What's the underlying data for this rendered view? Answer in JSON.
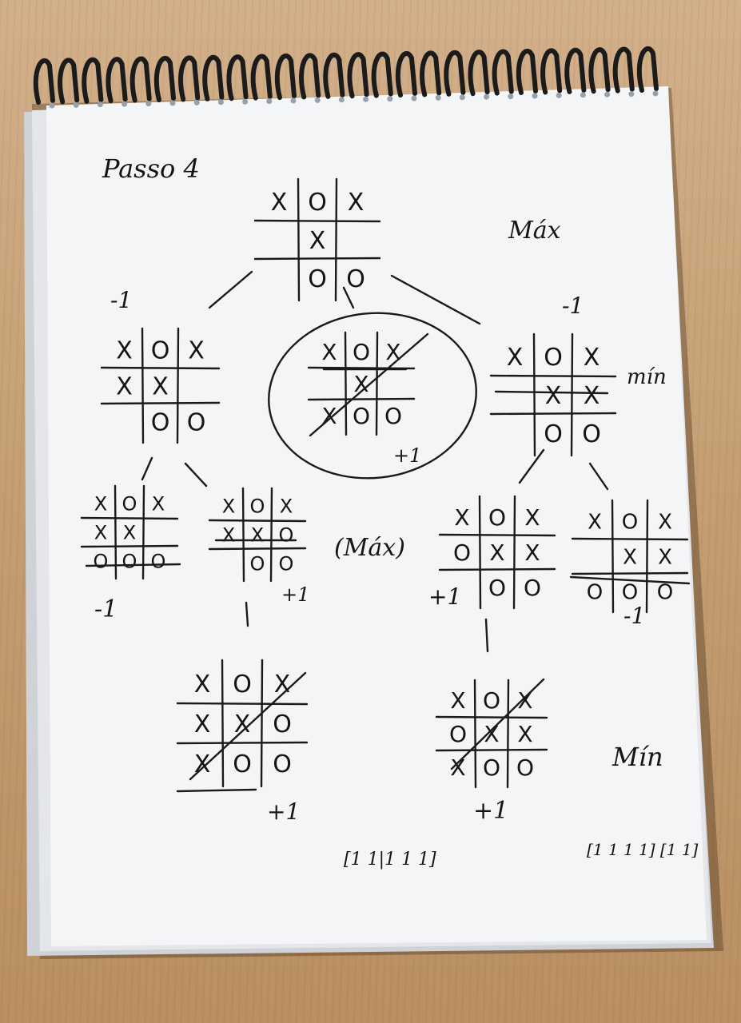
{
  "page_label": "Passo 4",
  "level_labels": {
    "root": "Máx",
    "level1": "mín",
    "level2": "(Máx)",
    "level3": "Mín"
  },
  "scores": {
    "node_left": "-1",
    "node_middle": "+1",
    "node_right": "-1",
    "leaf_a": "-1",
    "leaf_b": "+1",
    "leaf_c": "+1",
    "leaf_d": "-1",
    "leaf_e": "+1",
    "leaf_f": "+1"
  },
  "bottom_notes": {
    "left": "[1 1|1 1 1]",
    "right": "[1 1 1 1] [1 1]"
  },
  "boards": {
    "root": [
      [
        "X",
        "O",
        "X"
      ],
      [
        "",
        "X",
        ""
      ],
      [
        "",
        "O",
        "O"
      ]
    ],
    "n_left": [
      [
        "X",
        "O",
        "X"
      ],
      [
        "X",
        "X",
        ""
      ],
      [
        "",
        "O",
        "O"
      ]
    ],
    "n_middle": [
      [
        "X",
        "O",
        "X"
      ],
      [
        "",
        "X",
        ""
      ],
      [
        "X",
        "O",
        "O"
      ]
    ],
    "n_right": [
      [
        "X",
        "O",
        "X"
      ],
      [
        "",
        "X",
        "X"
      ],
      [
        "",
        "O",
        "O"
      ]
    ],
    "l_a": [
      [
        "X",
        "O",
        "X"
      ],
      [
        "X",
        "X",
        ""
      ],
      [
        "O",
        "O",
        "O"
      ]
    ],
    "l_b": [
      [
        "X",
        "O",
        "X"
      ],
      [
        "X",
        "X",
        "O"
      ],
      [
        "",
        "O",
        "O"
      ]
    ],
    "l_c": [
      [
        "X",
        "O",
        "X"
      ],
      [
        "O",
        "X",
        "X"
      ],
      [
        "",
        "O",
        "O"
      ]
    ],
    "l_d": [
      [
        "X",
        "O",
        "X"
      ],
      [
        "",
        "X",
        "X"
      ],
      [
        "O",
        "O",
        "O"
      ]
    ],
    "l_e": [
      [
        "X",
        "O",
        "X"
      ],
      [
        "X",
        "X",
        "O"
      ],
      [
        "X",
        "O",
        "O"
      ]
    ],
    "l_f": [
      [
        "X",
        "O",
        "X"
      ],
      [
        "O",
        "X",
        "X"
      ],
      [
        "X",
        "O",
        "O"
      ]
    ]
  }
}
